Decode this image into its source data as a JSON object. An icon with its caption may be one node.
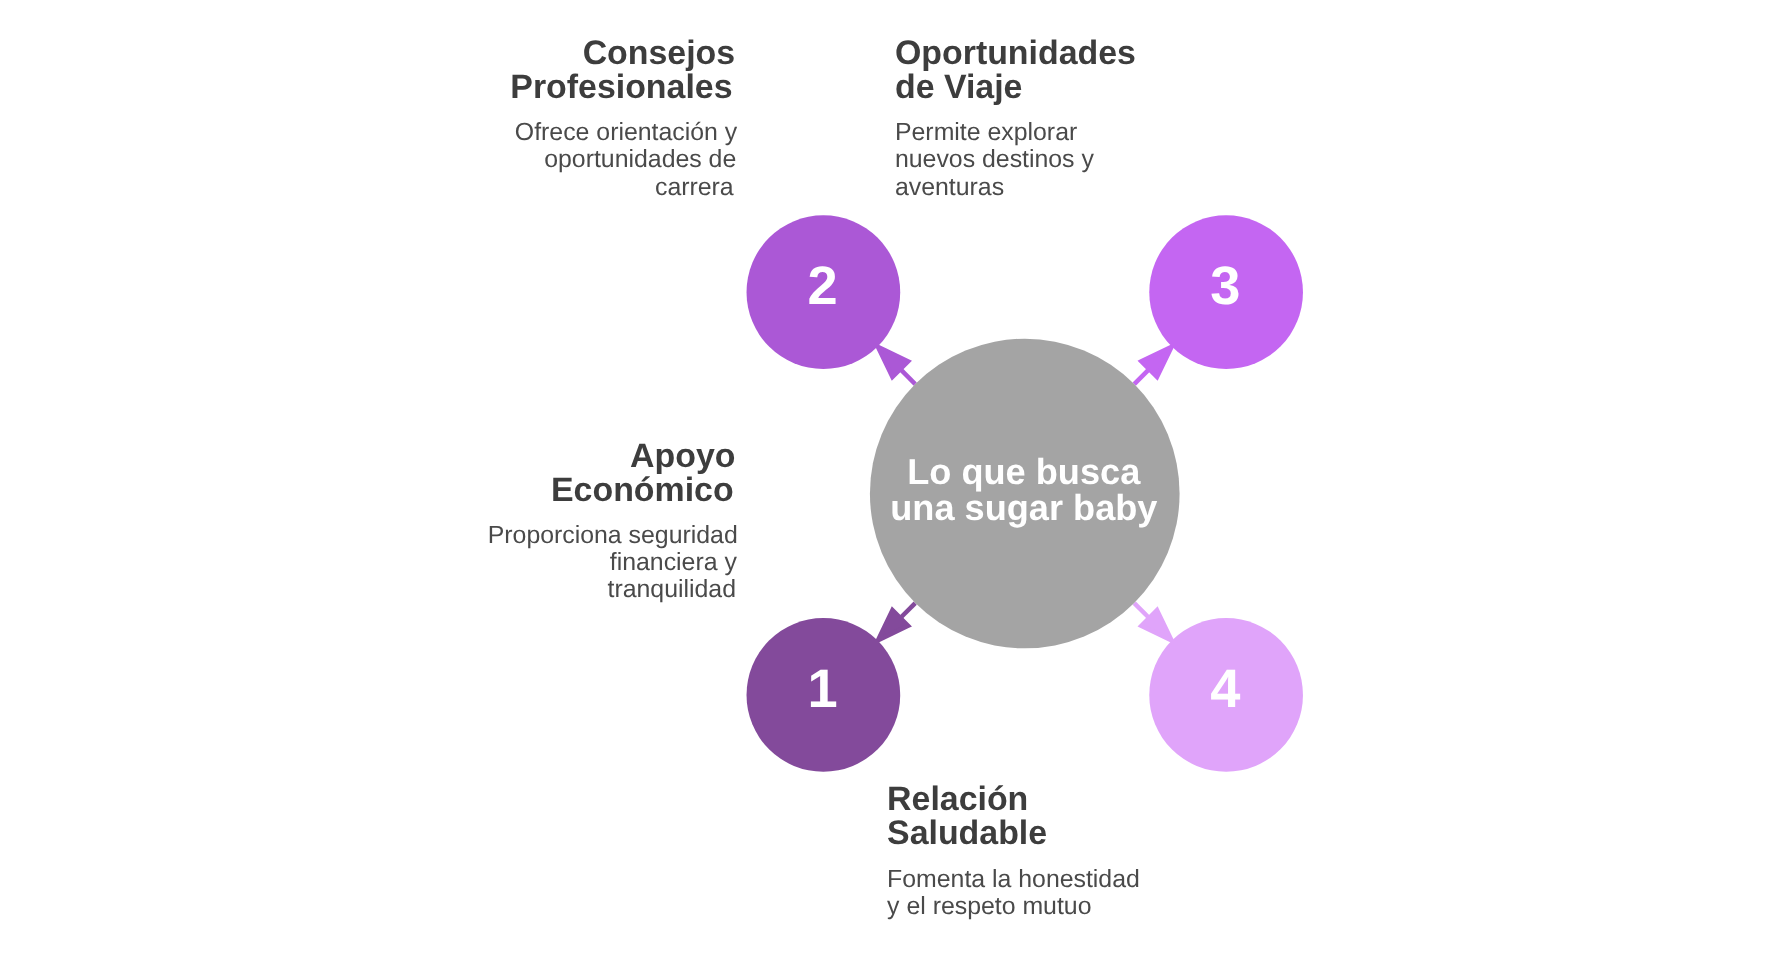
{
  "diagram": {
    "nodes": [
      {
        "text": [
          "2"
        ],
        "beside": [
          "Consejos Profesionales",
          "Ofrece orientación y oportunidades de carrera"
        ]
      },
      {
        "text": [
          "3"
        ],
        "beside": [
          "Oportunidades de Viaje",
          "Permite explorar nuevos destinos y aventuras"
        ]
      },
      {
        "text": [
          "Lo que busca una sugar baby"
        ]
      },
      {
        "text": [
          "1"
        ],
        "beside": [
          "Apoyo Económico",
          "Proporciona seguridad financiera y tranquilidad"
        ]
      },
      {
        "text": [
          "4"
        ],
        "beside": [
          "Relación Saludable",
          "Fomenta la honestidad y el respeto mutuo"
        ]
      }
    ],
    "edges": [
      {
        "from": 2,
        "to": 1,
        "arrow": "to",
        "color": "#c466f2"
      },
      {
        "from": 2,
        "to": 0,
        "arrow": "to",
        "color": "#ab58d6"
      },
      {
        "from": 2,
        "to": 3,
        "arrow": "to",
        "color": "#834a9b"
      },
      {
        "from": 2,
        "to": 4,
        "arrow": "to",
        "color": "#e0a4fa"
      }
    ]
  }
}
